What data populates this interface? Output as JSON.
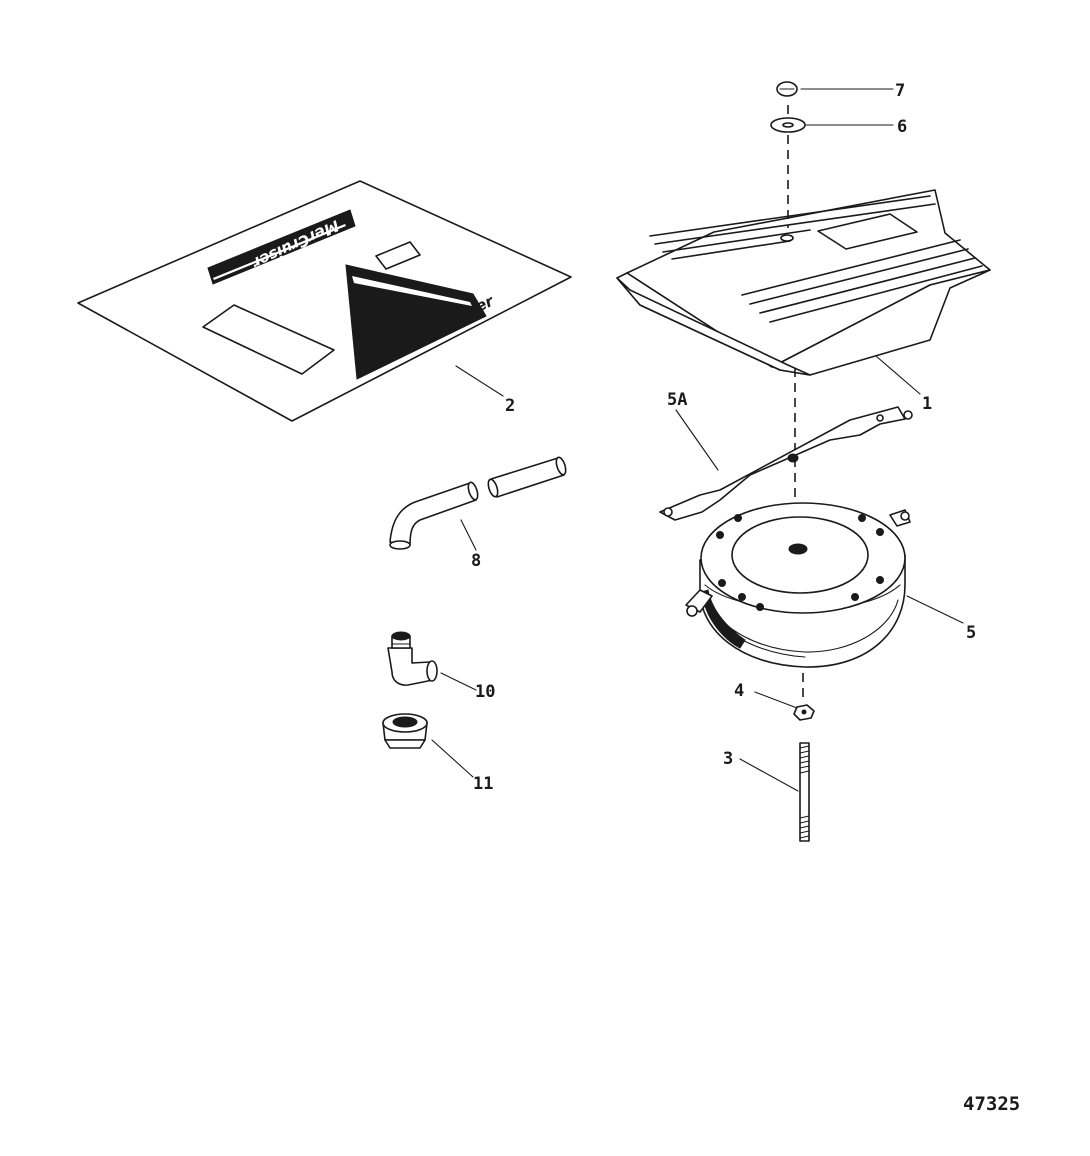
{
  "diagram": {
    "logo_text": "MerCruiser",
    "figure_number": "47325",
    "callouts": {
      "cover": "1",
      "decal_sheet": "2",
      "stud": "3",
      "nut": "4",
      "flame_arrestor": "5",
      "bracket": "5A",
      "washer": "6",
      "wing_nut": "7",
      "hose": "8",
      "elbow_fitting": "10",
      "cap": "11"
    }
  }
}
